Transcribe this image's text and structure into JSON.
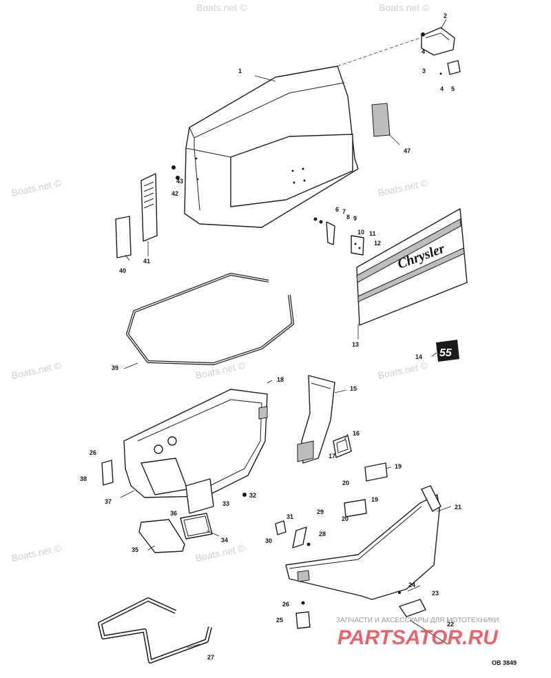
{
  "diagram": {
    "brand_decal_text": "Chrysler",
    "hp_decal_text": "55",
    "drawing_number": "OB 3849",
    "watermark_text": "Boats.net ©",
    "store_banner_text": "ЗАПЧАСТИ И АКСЕССУАРЫ ДЛЯ МОТОТЕХНИКИ",
    "store_logo_text": "PARTSATOR.RU"
  },
  "callouts": [
    {
      "id": "c1",
      "label": "1"
    },
    {
      "id": "c2",
      "label": "2"
    },
    {
      "id": "c3",
      "label": "3"
    },
    {
      "id": "c4a",
      "label": "4"
    },
    {
      "id": "c4b",
      "label": "4"
    },
    {
      "id": "c5",
      "label": "5"
    },
    {
      "id": "c6",
      "label": "6"
    },
    {
      "id": "c7",
      "label": "7"
    },
    {
      "id": "c8",
      "label": "8"
    },
    {
      "id": "c9",
      "label": "9"
    },
    {
      "id": "c10",
      "label": "10"
    },
    {
      "id": "c11",
      "label": "11"
    },
    {
      "id": "c12",
      "label": "12"
    },
    {
      "id": "c13",
      "label": "13"
    },
    {
      "id": "c14",
      "label": "14"
    },
    {
      "id": "c15",
      "label": "15"
    },
    {
      "id": "c16",
      "label": "16"
    },
    {
      "id": "c17",
      "label": "17"
    },
    {
      "id": "c18",
      "label": "18"
    },
    {
      "id": "c19a",
      "label": "19"
    },
    {
      "id": "c19b",
      "label": "19"
    },
    {
      "id": "c20a",
      "label": "20"
    },
    {
      "id": "c20b",
      "label": "20"
    },
    {
      "id": "c21",
      "label": "21"
    },
    {
      "id": "c22",
      "label": "22"
    },
    {
      "id": "c23",
      "label": "23"
    },
    {
      "id": "c24",
      "label": "24"
    },
    {
      "id": "c25",
      "label": "25"
    },
    {
      "id": "c26a",
      "label": "26"
    },
    {
      "id": "c26b",
      "label": "26"
    },
    {
      "id": "c27",
      "label": "27"
    },
    {
      "id": "c28",
      "label": "28"
    },
    {
      "id": "c29",
      "label": "29"
    },
    {
      "id": "c30",
      "label": "30"
    },
    {
      "id": "c31",
      "label": "31"
    },
    {
      "id": "c32",
      "label": "32"
    },
    {
      "id": "c33",
      "label": "33"
    },
    {
      "id": "c34",
      "label": "34"
    },
    {
      "id": "c35",
      "label": "35"
    },
    {
      "id": "c36",
      "label": "36"
    },
    {
      "id": "c37",
      "label": "37"
    },
    {
      "id": "c38",
      "label": "38"
    },
    {
      "id": "c39",
      "label": "39"
    },
    {
      "id": "c40",
      "label": "40"
    },
    {
      "id": "c41",
      "label": "41"
    },
    {
      "id": "c42",
      "label": "42"
    },
    {
      "id": "c43",
      "label": "43"
    },
    {
      "id": "c47",
      "label": "47"
    }
  ]
}
